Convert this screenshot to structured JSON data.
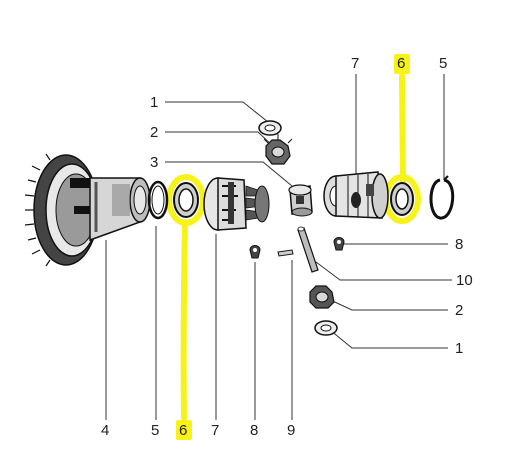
{
  "diagram": {
    "callouts": {
      "left_1": "1",
      "left_2": "2",
      "left_3": "3",
      "right_6_top": "6",
      "right_7": "7",
      "right_5": "5",
      "right_8": "8",
      "right_10": "10",
      "right_2": "2",
      "right_1": "1",
      "bottom_4": "4",
      "bottom_5": "5",
      "bottom_6": "6",
      "bottom_7": "7",
      "bottom_8": "8",
      "bottom_9": "9"
    },
    "highlight_color": "#f7f21a",
    "line_color": "#333333"
  }
}
